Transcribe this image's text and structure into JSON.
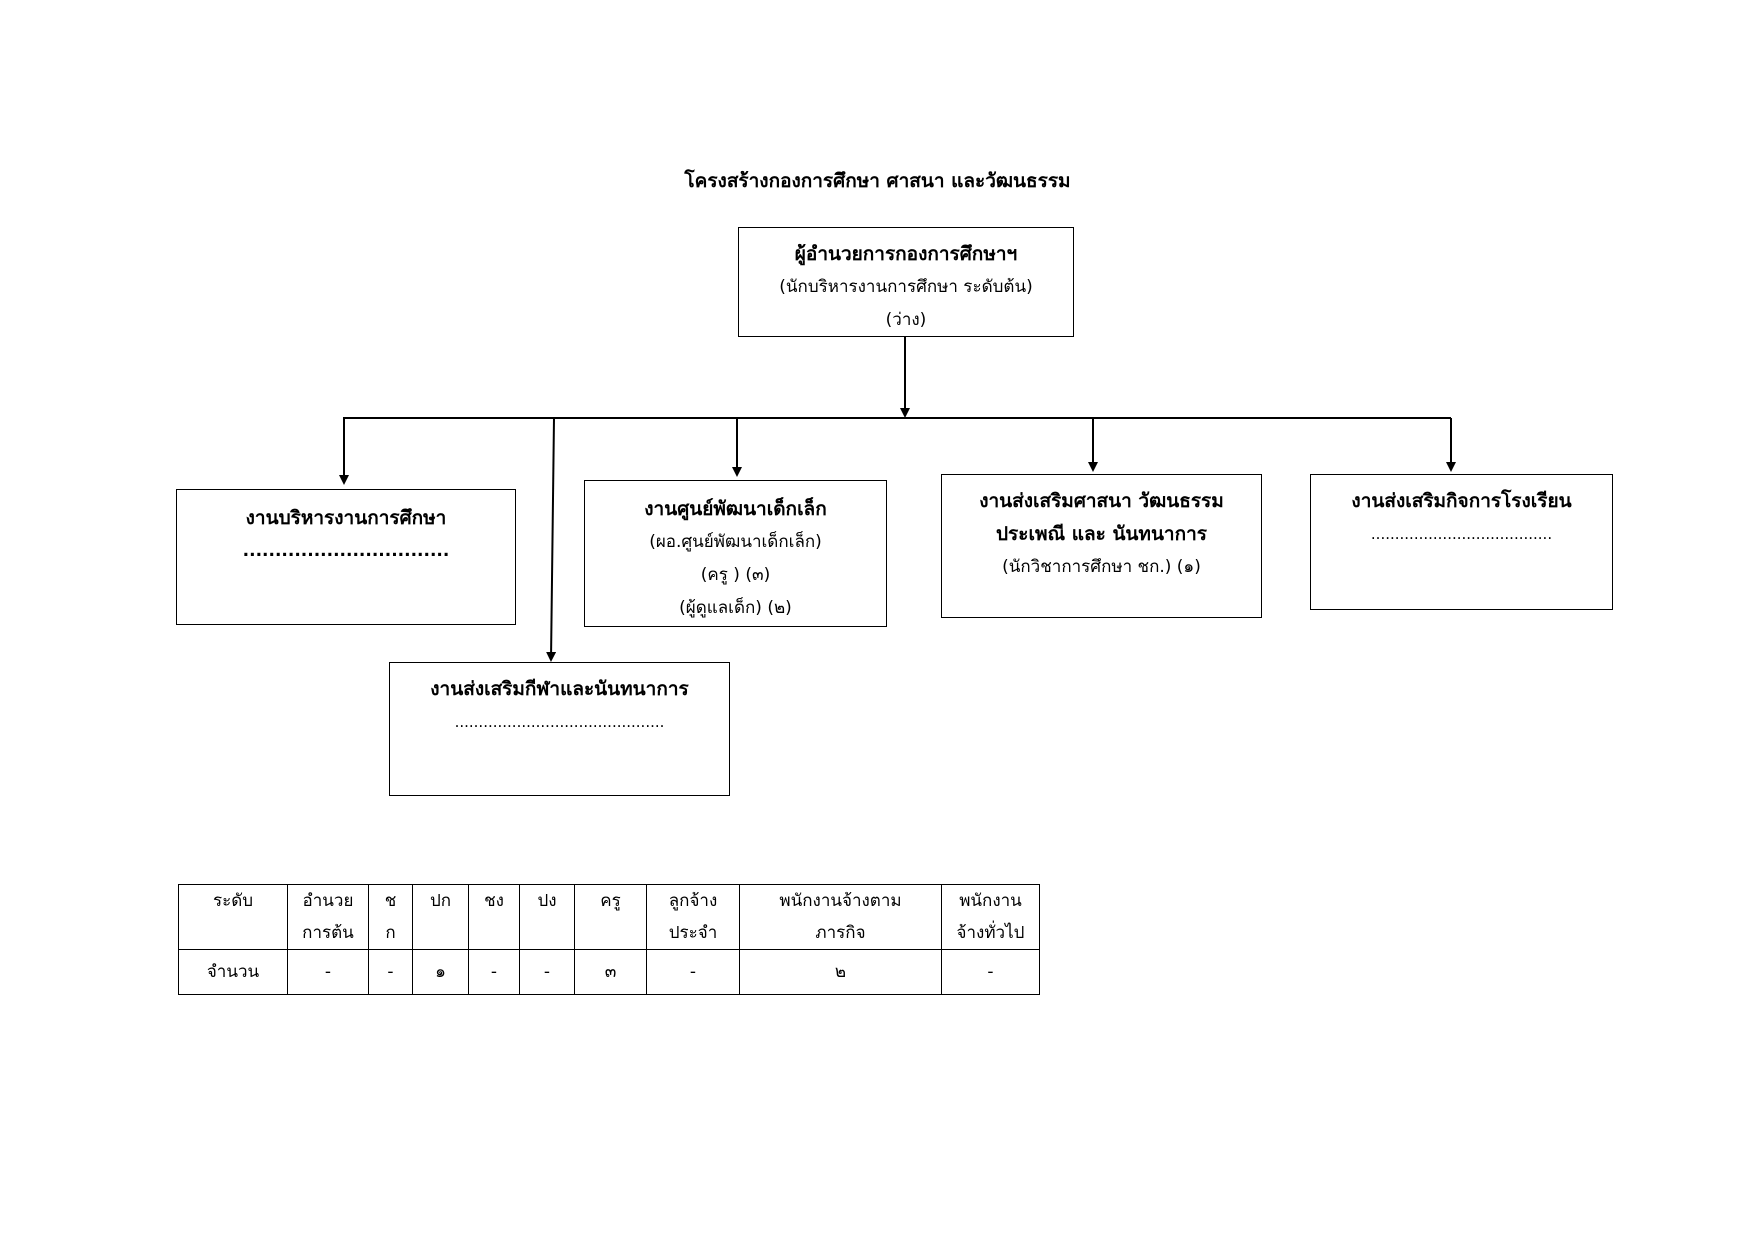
{
  "title": "โครงสร้างกองการศึกษา ศาสนา และวัฒนธรรม",
  "director": {
    "title": "ผู้อำนวยการกองการศึกษาฯ",
    "position": "(นักบริหารงานการศึกษา ระดับต้น)",
    "status": "(ว่าง)"
  },
  "units": {
    "education_admin": {
      "title": "งานบริหารงานการศึกษา",
      "staff": "................................"
    },
    "child_center": {
      "title": "งานศูนย์พัฒนาเด็กเล็ก",
      "line1": "(ผอ.ศูนย์พัฒนาเด็กเล็ก)",
      "line2": "(ครู ) (๓)",
      "line3": "(ผู้ดูแลเด็ก) (๒)"
    },
    "religion_culture": {
      "title_line1": "งานส่งเสริมศาสนา  วัฒนธรรม",
      "title_line2": "ประเพณี  และ นันทนาการ",
      "staff": "(นักวิชาการศึกษา ชก.) (๑)"
    },
    "school_affairs": {
      "title": "งานส่งเสริมกิจการโรงเรียน",
      "staff": "......................................"
    },
    "sports_recreation": {
      "title": "งานส่งเสริมกีฬาและนันทนาการ",
      "staff": "............................................"
    }
  },
  "staff_table": {
    "headers": [
      [
        "ระดับ",
        ""
      ],
      [
        "อำนวย",
        "การต้น"
      ],
      [
        "ช",
        "ก"
      ],
      [
        "ปก",
        ""
      ],
      [
        "ชง",
        ""
      ],
      [
        "ปง",
        ""
      ],
      [
        "ครู",
        ""
      ],
      [
        "ลูกจ้าง",
        "ประจำ"
      ],
      [
        "พนักงานจ้างตาม",
        "ภารกิจ"
      ],
      [
        "พนักงาน",
        "จ้างทั่วไป"
      ]
    ],
    "row": [
      "จำนวน",
      "-",
      "-",
      "๑",
      "-",
      "-",
      "๓",
      "-",
      "๒",
      "-"
    ]
  }
}
